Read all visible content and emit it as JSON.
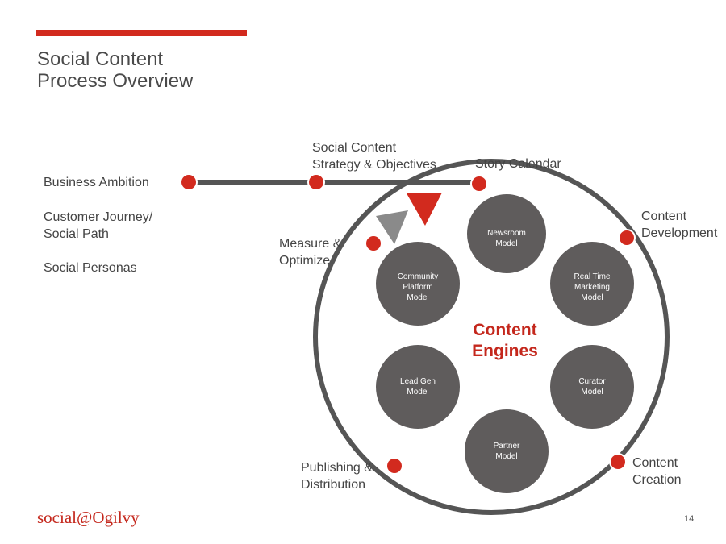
{
  "slide": {
    "title_lines": [
      "Social Content",
      "Process Overview"
    ],
    "page_number": "14",
    "logo_text": "social@Ogilvy"
  },
  "left_items": [
    "Business Ambition",
    "Customer Journey/",
    "Social Path",
    "Social Personas"
  ],
  "stage_labels": {
    "strategy": [
      "Social Content",
      "Strategy & Objectives"
    ],
    "story_calendar": "Story Calendar",
    "content_development": [
      "Content",
      "Development"
    ],
    "measure": [
      "Measure &",
      "Optimize"
    ],
    "publishing": [
      "Publishing &",
      "Distribution"
    ],
    "content_creation": [
      "Content",
      "Creation"
    ]
  },
  "center_label": [
    "Content",
    "Engines"
  ],
  "engines": [
    {
      "id": "newsroom",
      "lines": [
        "Newsroom",
        "Model"
      ]
    },
    {
      "id": "real-time-marketing",
      "lines": [
        "Real Time",
        "Marketing",
        "Model"
      ]
    },
    {
      "id": "curator",
      "lines": [
        "Curator",
        "Model"
      ]
    },
    {
      "id": "partner",
      "lines": [
        "Partner",
        "Model"
      ]
    },
    {
      "id": "lead-gen",
      "lines": [
        "Lead Gen",
        "Model"
      ]
    },
    {
      "id": "community-platform",
      "lines": [
        "Community",
        "Platform",
        "Model"
      ]
    }
  ],
  "colors": {
    "accent_red": "#d22a1e",
    "dark_gray": "#555555",
    "engine_fill": "#5f5c5c",
    "arrow_gray": "#8a8a8a"
  }
}
